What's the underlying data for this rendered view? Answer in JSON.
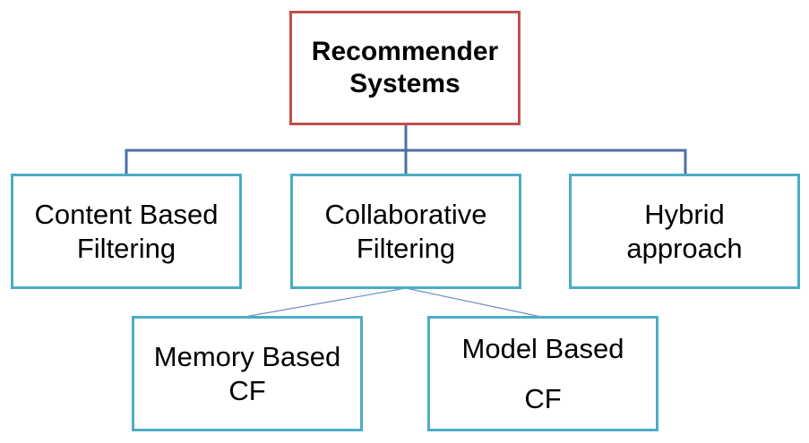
{
  "colors": {
    "root_border": "#c0504d",
    "child_border": "#4bacc6",
    "connector_main": "#4f6fa8",
    "connector_thin": "#6f8fc6"
  },
  "root": {
    "line1": "Recommender",
    "line2": "Systems"
  },
  "level1": [
    {
      "line1": "Content Based",
      "line2": "Filtering"
    },
    {
      "line1": "Collaborative",
      "line2": "Filtering"
    },
    {
      "line1": "Hybrid",
      "line2": "approach"
    }
  ],
  "level2": [
    {
      "line1": "Memory Based",
      "line2": "CF"
    },
    {
      "line1": "Model Based",
      "line2": "CF"
    }
  ]
}
